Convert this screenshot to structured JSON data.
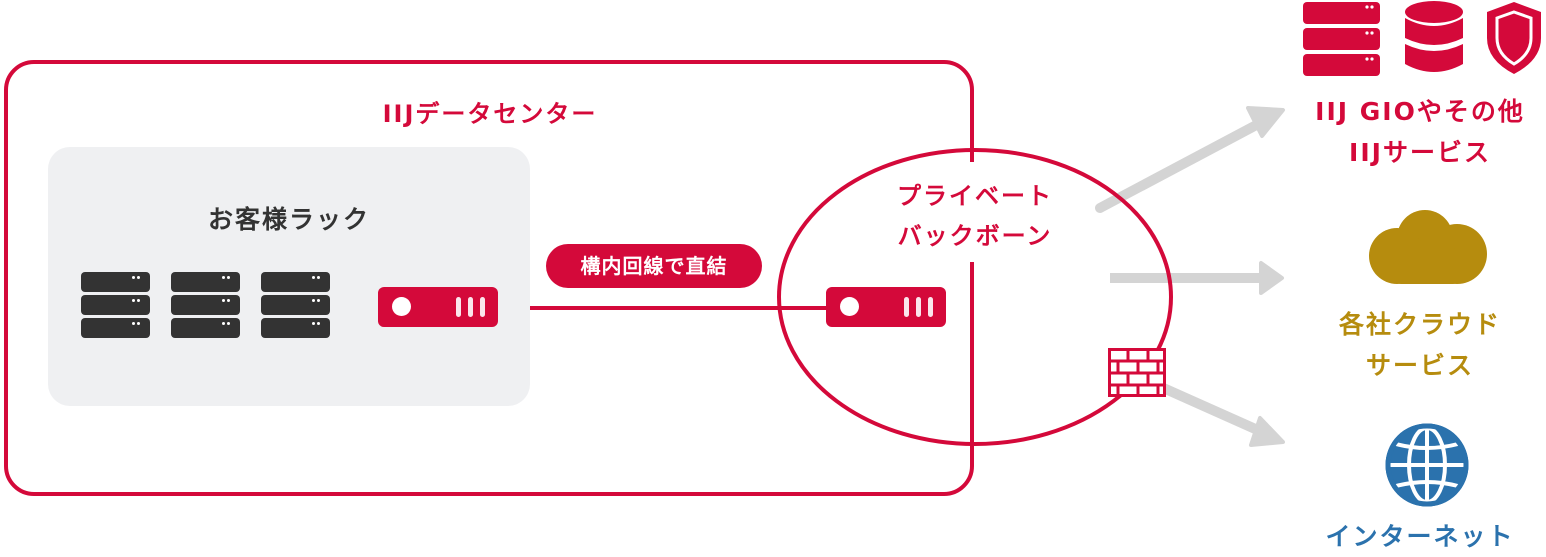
{
  "colors": {
    "brand_red": "#d4093a",
    "cloud_gold": "#b68c0e",
    "internet_blue": "#2b72ad",
    "arrow_gray": "#d4d4d4",
    "rack_panel_bg": "#eff0f2",
    "server_dark": "#333333"
  },
  "datacenter": {
    "title": "IIJデータセンター",
    "customer_rack": {
      "title": "お客様ラック",
      "server_stacks": 3,
      "units_per_stack": 3
    },
    "connection_badge": "構内回線で直結"
  },
  "backbone": {
    "label_line1": "プライベート",
    "label_line2": "バックボーン"
  },
  "destinations": [
    {
      "id": "iij-services",
      "label_line1": "IIJ GIOやその他",
      "label_line2": "IIJサービス",
      "icons": [
        "server-stack-icon",
        "database-icon",
        "shield-icon"
      ],
      "color": "#d4093a"
    },
    {
      "id": "cloud-services",
      "label_line1": "各社クラウド",
      "label_line2": "サービス",
      "icons": [
        "cloud-icon"
      ],
      "color": "#b68c0e"
    },
    {
      "id": "internet",
      "label_line1": "インターネット",
      "label_line2": "",
      "icons": [
        "globe-icon"
      ],
      "color": "#2b72ad",
      "via": "firewall-icon"
    }
  ]
}
